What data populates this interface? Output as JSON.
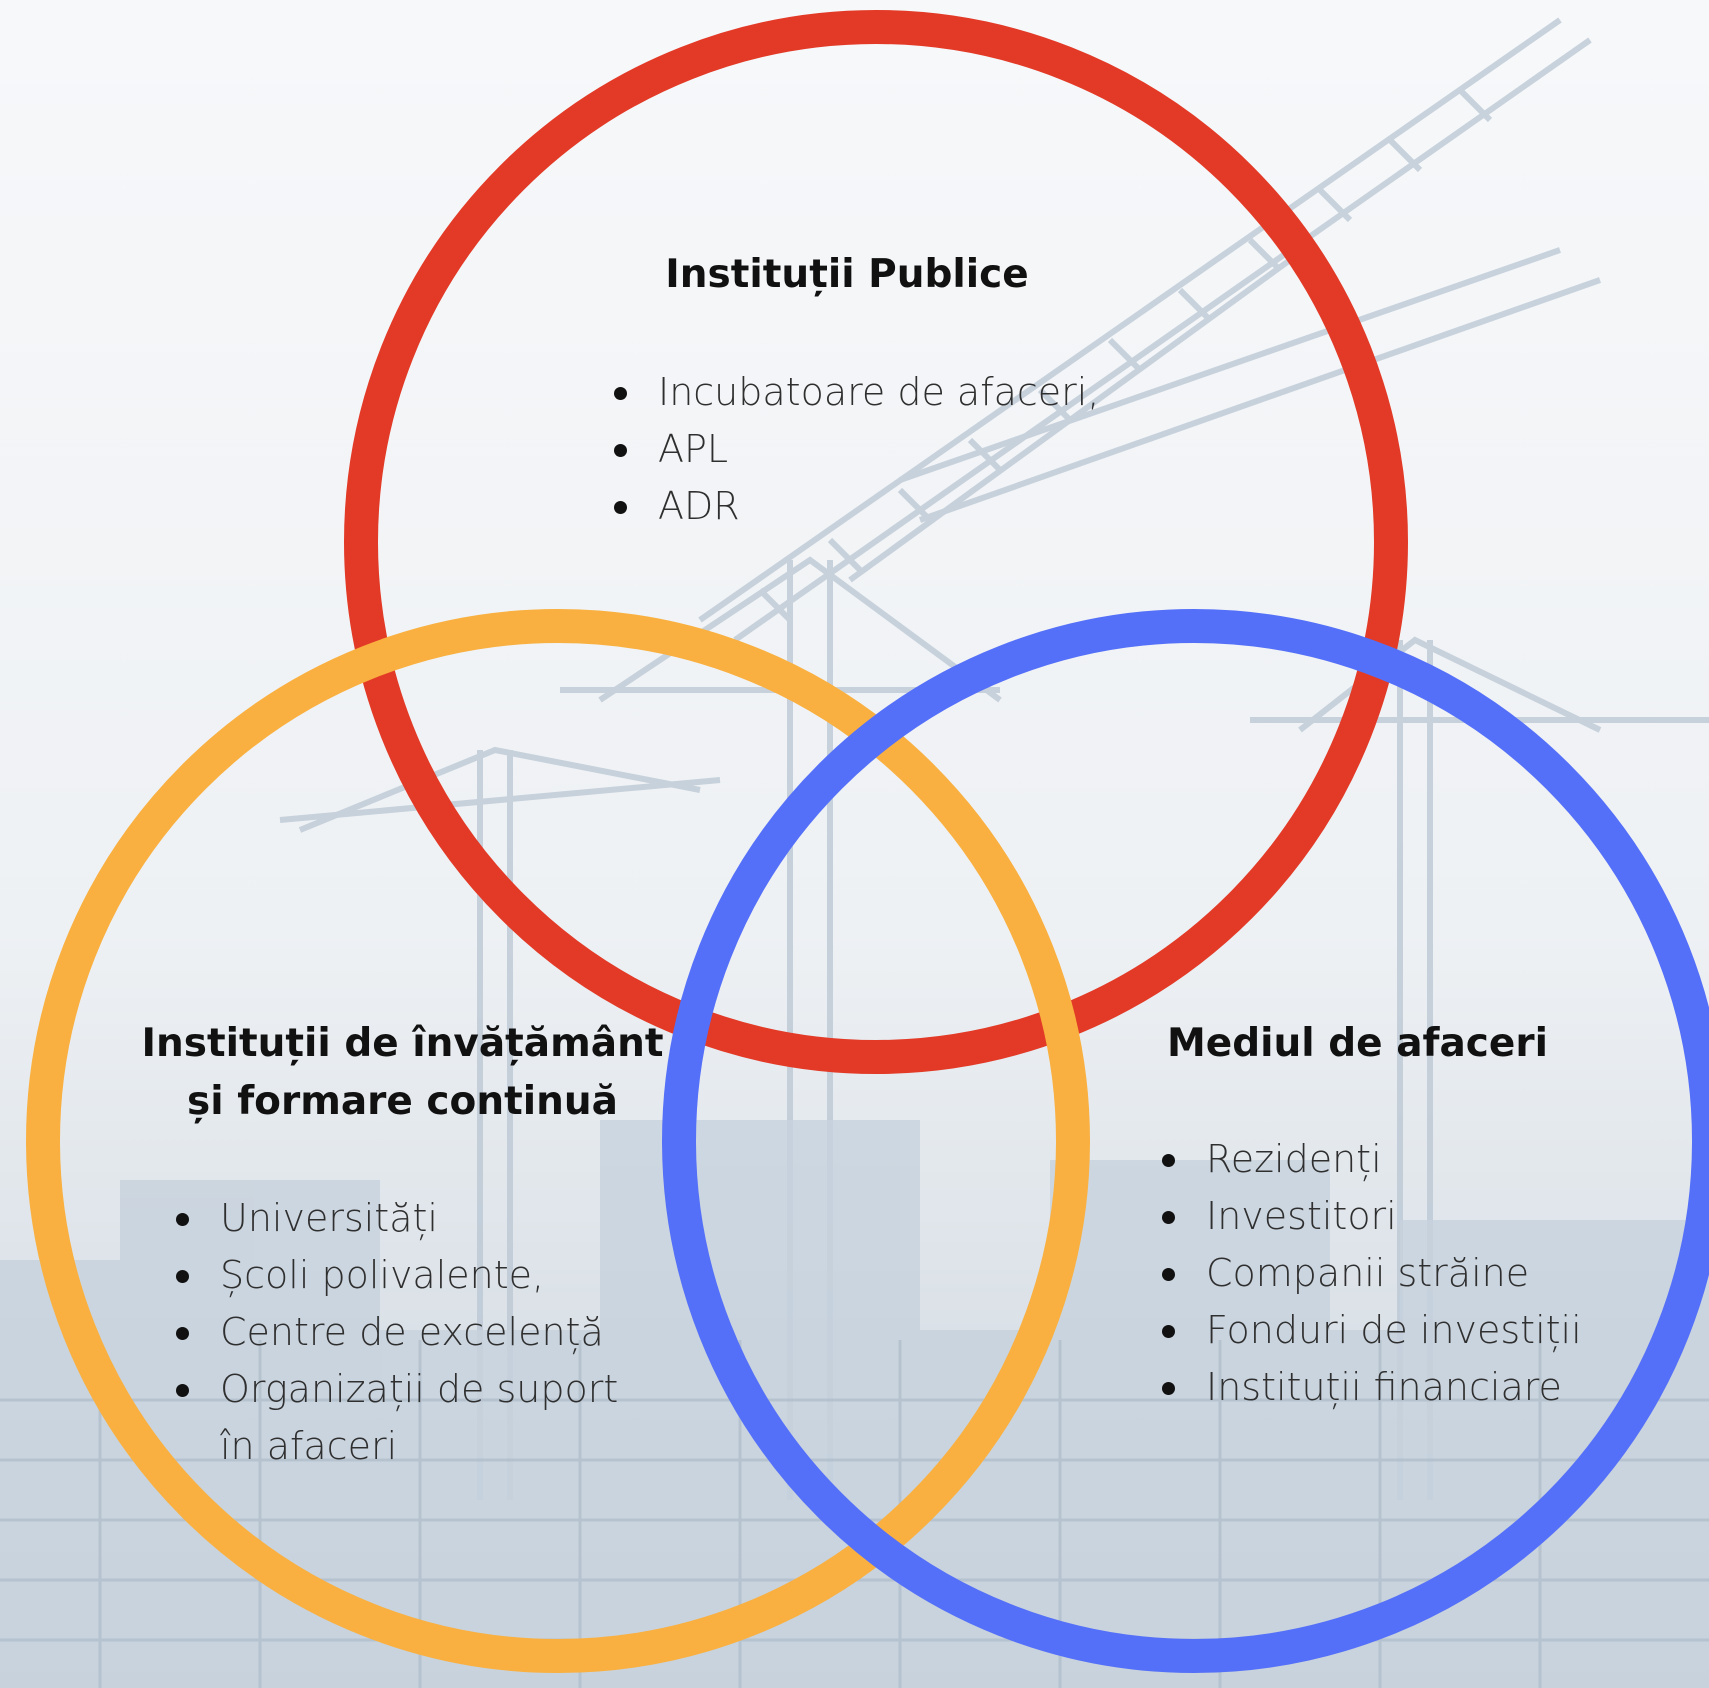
{
  "diagram": {
    "colors": {
      "public": "#e23a26",
      "education": "#f9b040",
      "business": "#5570f8",
      "background_sketch": "#b9c6d3"
    },
    "background_icon": "construction-cranes-sketch",
    "groups": {
      "public": {
        "title": "Instituții Publice",
        "items": [
          "Incubatoare de afaceri,",
          "APL",
          "ADR"
        ]
      },
      "education": {
        "title_line1": "Instituții de învățământ",
        "title_line2": "și formare continuă",
        "items": [
          "Universități",
          "Școli polivalente,",
          "Centre de excelență",
          "Organizații de suport",
          "în afaceri"
        ]
      },
      "business": {
        "title": "Mediul de afaceri",
        "items": [
          "Rezidenți",
          "Investitori",
          "Companii străine",
          "Fonduri de investiții",
          "Instituții financiare"
        ]
      }
    }
  }
}
